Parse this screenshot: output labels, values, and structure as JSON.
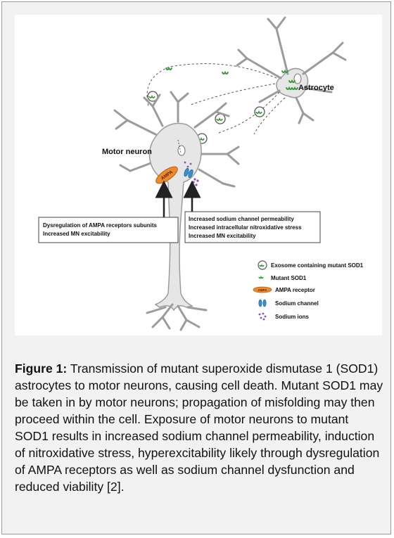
{
  "diagram": {
    "labels": {
      "astrocyte": "Astrocyte",
      "motor_neuron": "Motor neuron",
      "ampa": "AMPA",
      "box_left": [
        "Dysregulation of AMPA receptors subunits",
        "Increased MN excitability"
      ],
      "box_right": [
        "Increased sodium channel permeability",
        "Increased intracellular nitroxidative stress",
        "Increased MN excitability"
      ]
    },
    "legend": [
      {
        "icon": "exosome-icon",
        "label": "Exosome containing mutant SOD1"
      },
      {
        "icon": "mutant-sod1-icon",
        "label": "Mutant SOD1"
      },
      {
        "icon": "ampa-receptor-icon",
        "symbol": "AMPA",
        "label": "AMPA receptor"
      },
      {
        "icon": "sodium-channel-icon",
        "label": "Sodium channel"
      },
      {
        "icon": "sodium-ions-icon",
        "label": "Sodium ions"
      }
    ],
    "colors": {
      "cell_fill": "#e6e6e6",
      "cell_stroke": "#9b9b9b",
      "sod1_green": "#3a9a3a",
      "ampa_orange": "#ef8a2b",
      "sodium_blue": "#3a8fd0",
      "sodium_ion_purple": "#8b4fb7"
    }
  },
  "caption": {
    "label": "Figure 1:",
    "text": " Transmission of mutant superoxide dismutase 1 (SOD1) astrocytes to motor neurons, causing cell death. Mutant SOD1 may be taken in by motor neurons; propagation of misfolding may then proceed within the cell. Exposure of motor neurons to mutant SOD1 results in increased sodium channel permeability, induction of nitroxidative stress, hyperexcitability likely through dysregulation of AMPA receptors as well as sodium channel dysfunction and reduced viability [2]."
  }
}
